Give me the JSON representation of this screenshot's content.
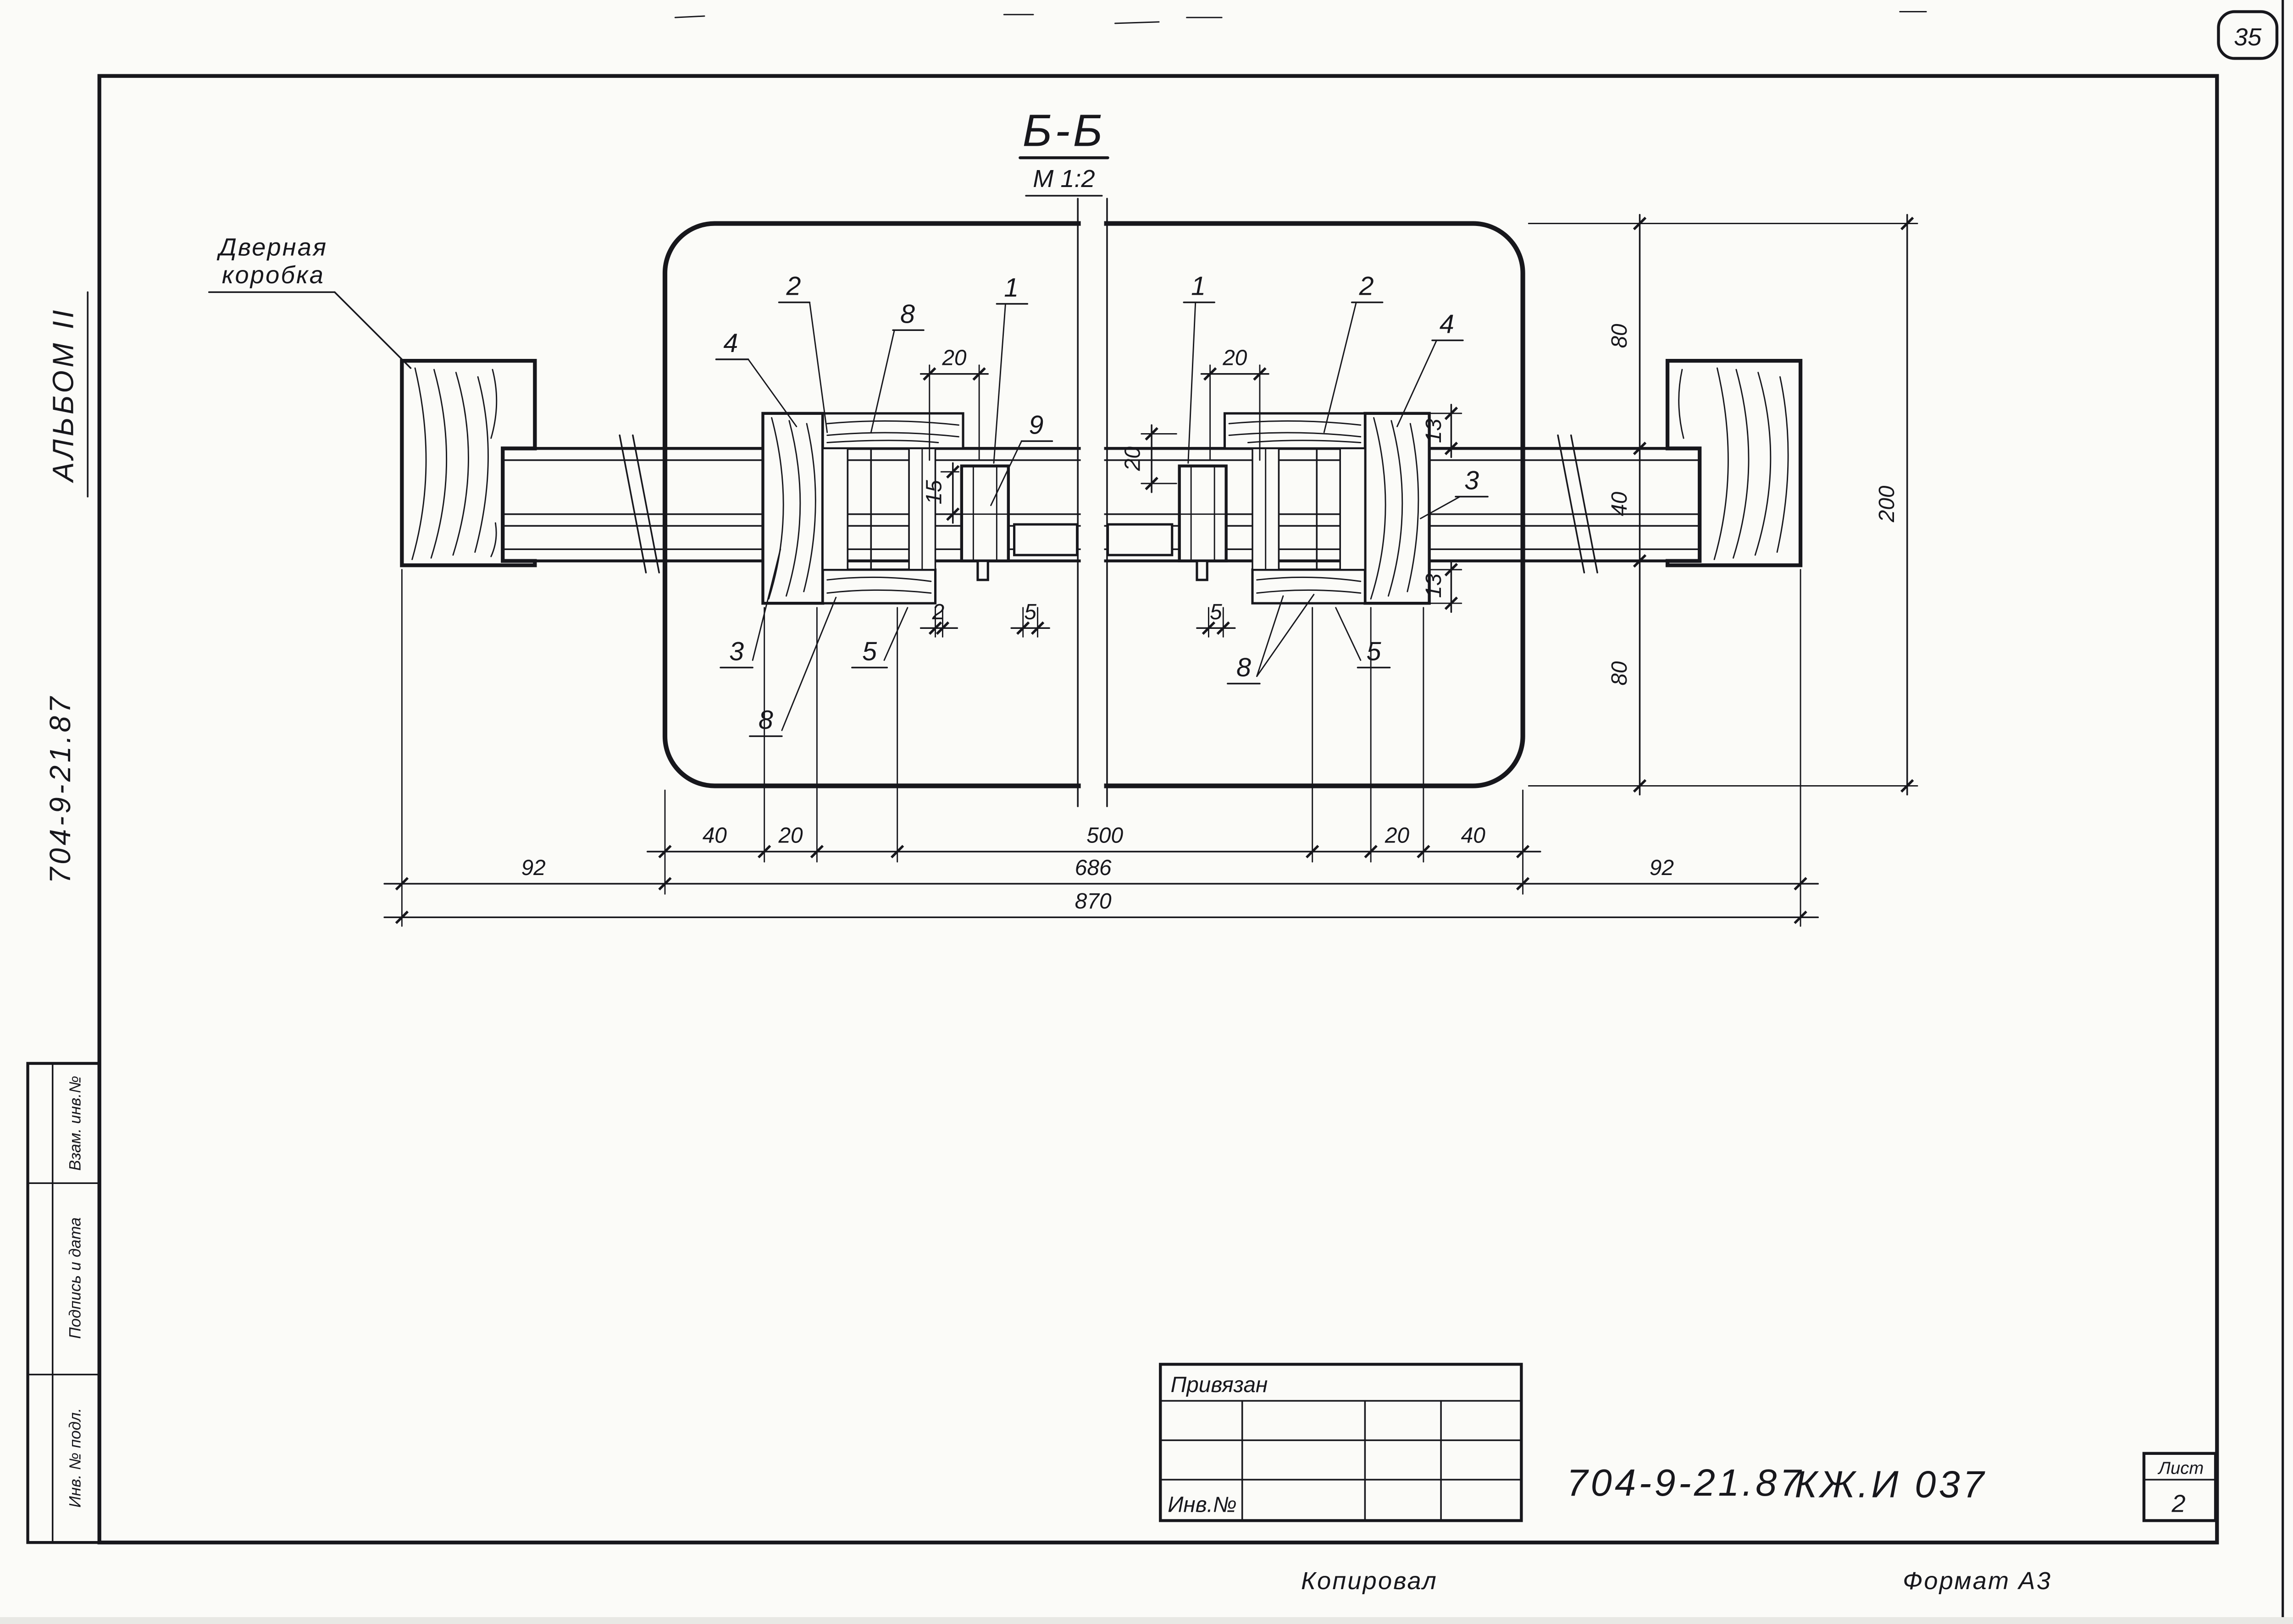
{
  "sheet": {
    "number": "35",
    "copied": "Копировал",
    "format": "Формат А3"
  },
  "section": {
    "title": "Б-Б",
    "scale": "М 1:2"
  },
  "margin": {
    "album": "АЛЬБОМ II",
    "doc_number": "704-9-21.87",
    "stamp": {
      "row1": "Взам. инв.№",
      "row2": "Подпись и дата",
      "row3": "Инв. № подл."
    }
  },
  "note": {
    "line1": "Дверная",
    "line2": "коробка"
  },
  "parts": {
    "left_4": "4",
    "left_2": "2",
    "left_8_top": "8",
    "left_1": "1",
    "left_9": "9",
    "left_3": "3",
    "left_8_bottom": "8",
    "left_5": "5",
    "right_1": "1",
    "right_2": "2",
    "right_4": "4",
    "right_3": "3",
    "right_8": "8",
    "right_5": "5"
  },
  "dims": {
    "top_left_20": "20",
    "top_right_20": "20",
    "mid_vert_20": "20",
    "mid_vert_15": "15",
    "small_2": "2",
    "small_5_left": "5",
    "small_5_right": "5",
    "board_13_top": "13",
    "board_13_bottom": "13",
    "right_80_top": "80",
    "right_40_mid": "40",
    "right_80_bottom": "80",
    "right_200": "200",
    "bottom_40_left": "40",
    "bottom_20_left": "20",
    "bottom_500": "500",
    "bottom_20_right": "20",
    "bottom_40_right": "40",
    "bottom_92_left": "92",
    "bottom_686": "686",
    "bottom_92_right": "92",
    "bottom_870": "870"
  },
  "title_block": {
    "privyazan": "Привязан",
    "inv_no": "Инв.№",
    "doc_number": "704-9-21.87",
    "code": "КЖ.И 037",
    "sheet_label": "Лист",
    "sheet_value": "2"
  }
}
